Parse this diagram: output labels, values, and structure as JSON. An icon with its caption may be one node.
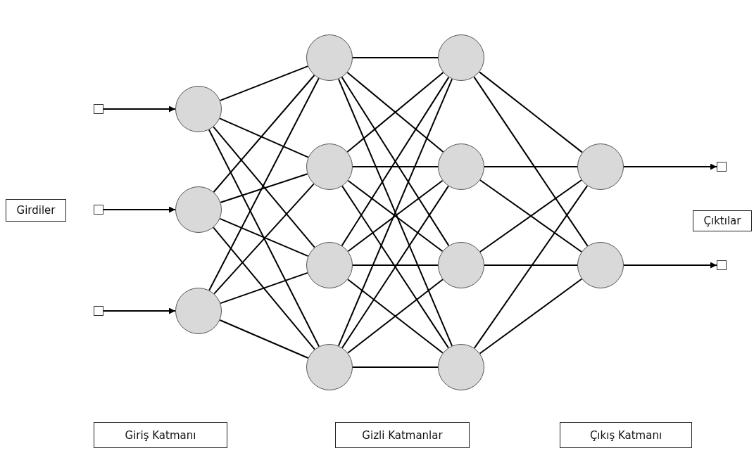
{
  "diagram": {
    "nodes": [
      {
        "text": [
          "Girdiler"
        ]
      },
      {
        "text": [],
        "shape": "box"
      },
      {
        "text": [],
        "shape": "box"
      },
      {
        "text": [],
        "shape": "box"
      },
      {
        "text": [],
        "shape": "circle"
      },
      {
        "text": [],
        "shape": "circle"
      },
      {
        "text": [],
        "shape": "circle"
      },
      {
        "text": [],
        "shape": "circle"
      },
      {
        "text": [],
        "shape": "circle"
      },
      {
        "text": [],
        "shape": "circle"
      },
      {
        "text": [],
        "shape": "circle"
      },
      {
        "text": [],
        "shape": "circle"
      },
      {
        "text": [],
        "shape": "circle"
      },
      {
        "text": [],
        "shape": "circle"
      },
      {
        "text": [],
        "shape": "circle"
      },
      {
        "text": [],
        "shape": "circle"
      },
      {
        "text": [],
        "shape": "circle"
      },
      {
        "text": [],
        "shape": "box"
      },
      {
        "text": [],
        "shape": "box"
      },
      {
        "text": [
          "Çıktılar"
        ]
      },
      {
        "text": [
          "Giriş Katmanı"
        ]
      },
      {
        "text": [
          "Gizli Katmanlar"
        ]
      },
      {
        "text": [
          "Çıkış Katmanı"
        ]
      }
    ],
    "edges": [
      {
        "from": 1,
        "to": 4,
        "arrow": "to"
      },
      {
        "from": 2,
        "to": 5,
        "arrow": "to"
      },
      {
        "from": 3,
        "to": 6,
        "arrow": "to"
      },
      {
        "from": 4,
        "to": 7,
        "arrow": "none"
      },
      {
        "from": 4,
        "to": 8,
        "arrow": "none"
      },
      {
        "from": 4,
        "to": 9,
        "arrow": "none"
      },
      {
        "from": 4,
        "to": 10,
        "arrow": "none"
      },
      {
        "from": 5,
        "to": 7,
        "arrow": "none"
      },
      {
        "from": 5,
        "to": 8,
        "arrow": "none"
      },
      {
        "from": 5,
        "to": 9,
        "arrow": "none"
      },
      {
        "from": 5,
        "to": 10,
        "arrow": "none"
      },
      {
        "from": 6,
        "to": 7,
        "arrow": "none"
      },
      {
        "from": 6,
        "to": 8,
        "arrow": "none"
      },
      {
        "from": 6,
        "to": 9,
        "arrow": "none"
      },
      {
        "from": 6,
        "to": 10,
        "arrow": "none"
      },
      {
        "from": 7,
        "to": 11,
        "arrow": "none"
      },
      {
        "from": 7,
        "to": 12,
        "arrow": "none"
      },
      {
        "from": 7,
        "to": 13,
        "arrow": "none"
      },
      {
        "from": 7,
        "to": 14,
        "arrow": "none"
      },
      {
        "from": 8,
        "to": 11,
        "arrow": "none"
      },
      {
        "from": 8,
        "to": 12,
        "arrow": "none"
      },
      {
        "from": 8,
        "to": 13,
        "arrow": "none"
      },
      {
        "from": 8,
        "to": 14,
        "arrow": "none"
      },
      {
        "from": 9,
        "to": 11,
        "arrow": "none"
      },
      {
        "from": 9,
        "to": 12,
        "arrow": "none"
      },
      {
        "from": 9,
        "to": 13,
        "arrow": "none"
      },
      {
        "from": 9,
        "to": 14,
        "arrow": "none"
      },
      {
        "from": 10,
        "to": 11,
        "arrow": "none"
      },
      {
        "from": 10,
        "to": 12,
        "arrow": "none"
      },
      {
        "from": 10,
        "to": 13,
        "arrow": "none"
      },
      {
        "from": 10,
        "to": 14,
        "arrow": "none"
      },
      {
        "from": 11,
        "to": 15,
        "arrow": "none"
      },
      {
        "from": 11,
        "to": 16,
        "arrow": "none"
      },
      {
        "from": 12,
        "to": 15,
        "arrow": "none"
      },
      {
        "from": 12,
        "to": 16,
        "arrow": "none"
      },
      {
        "from": 13,
        "to": 15,
        "arrow": "none"
      },
      {
        "from": 13,
        "to": 16,
        "arrow": "none"
      },
      {
        "from": 14,
        "to": 15,
        "arrow": "none"
      },
      {
        "from": 14,
        "to": 16,
        "arrow": "none"
      },
      {
        "from": 15,
        "to": 17,
        "arrow": "to"
      },
      {
        "from": 16,
        "to": 18,
        "arrow": "to"
      }
    ]
  }
}
